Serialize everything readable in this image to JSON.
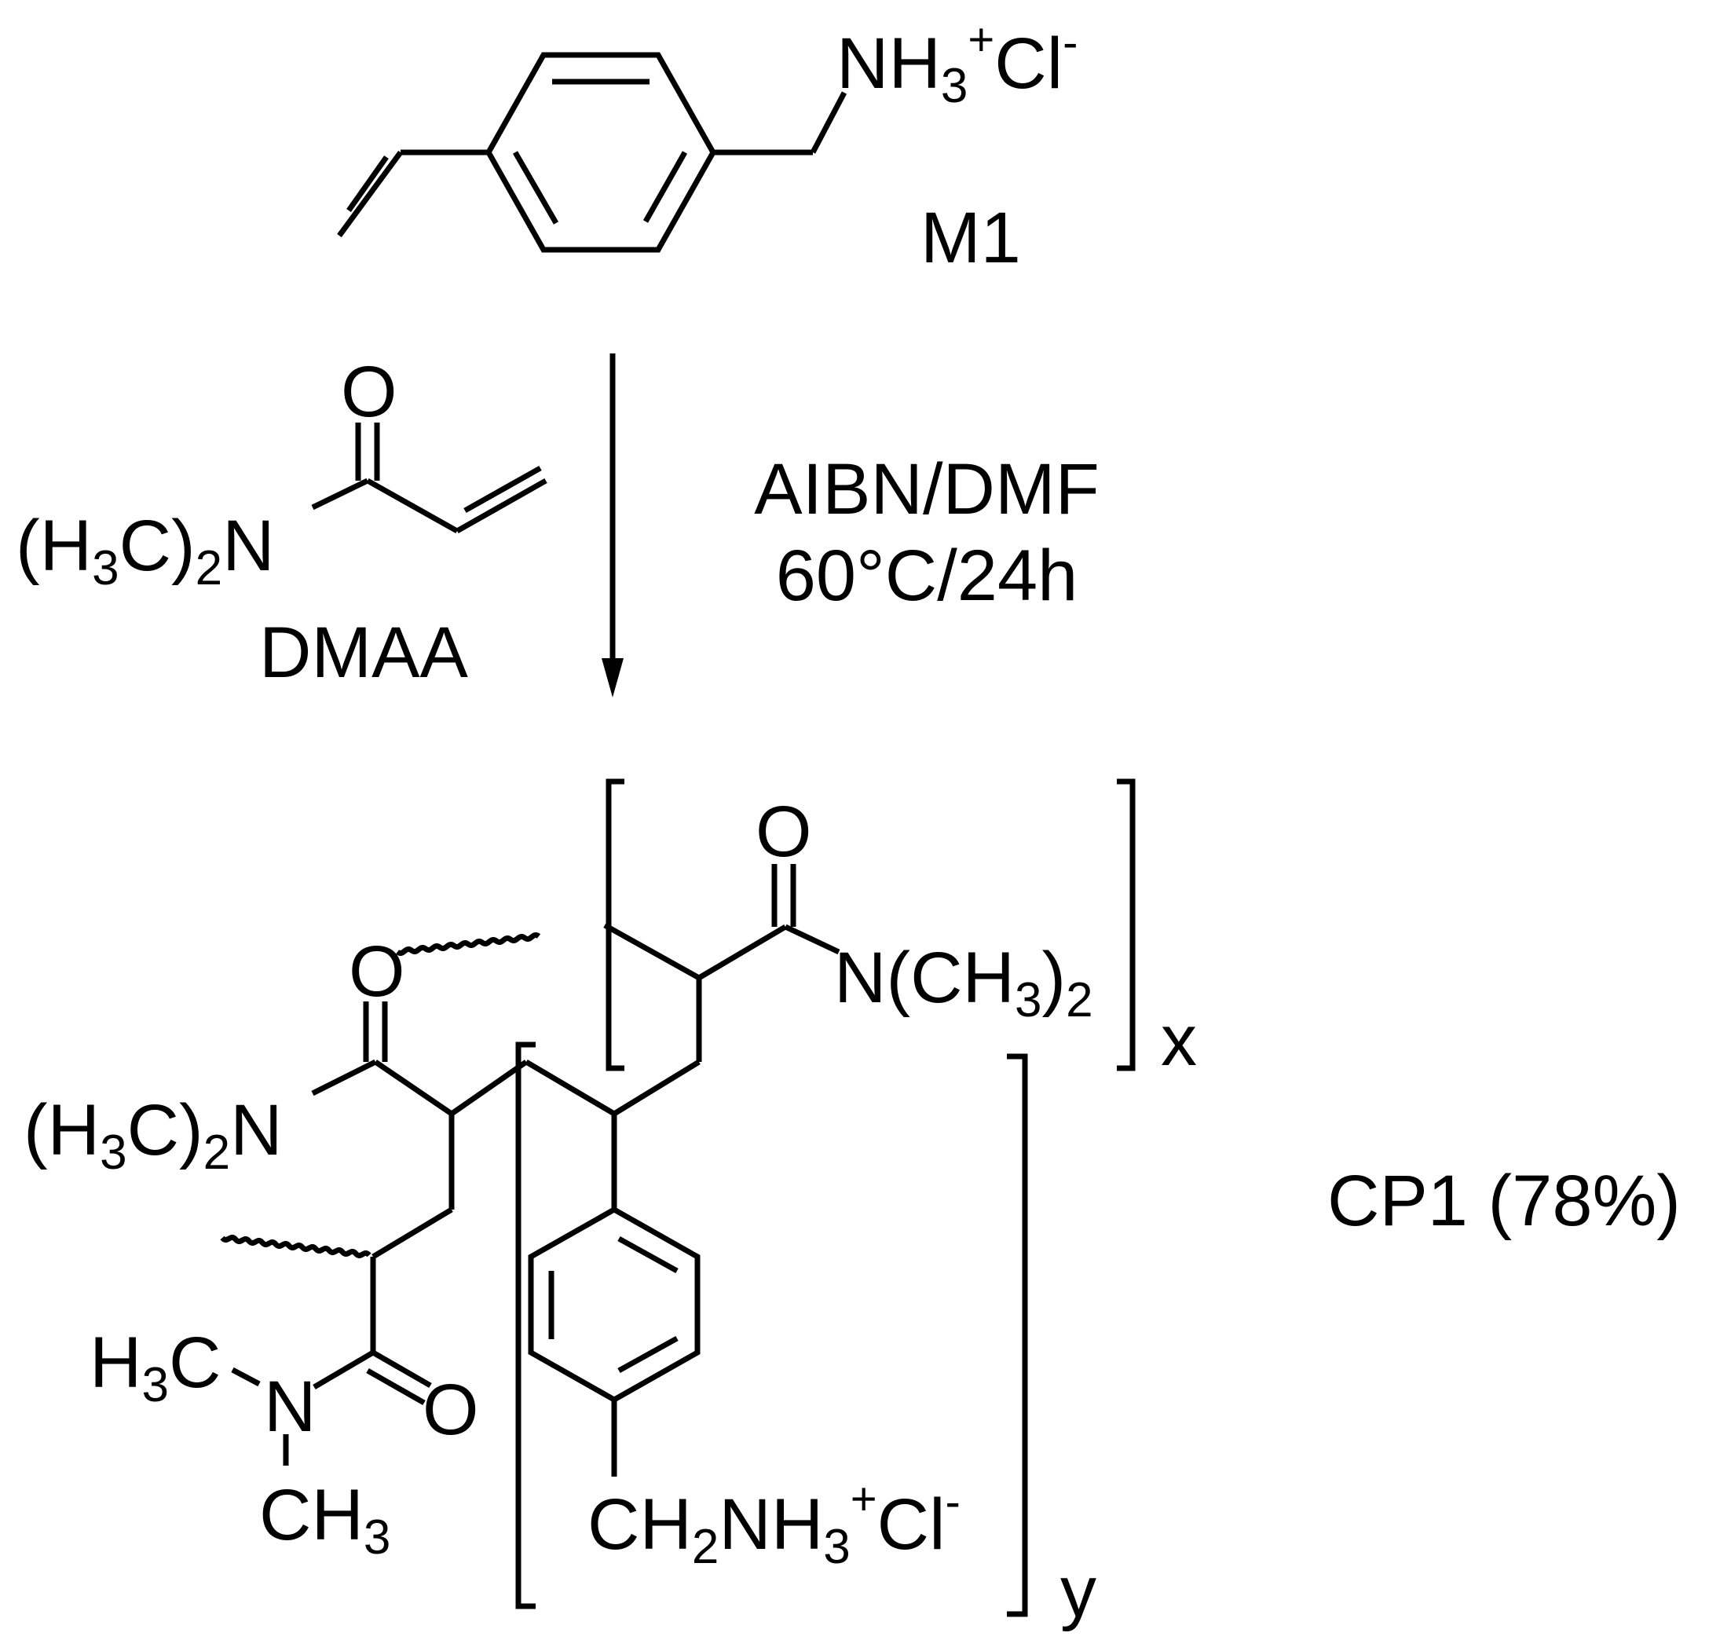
{
  "monomer_m1": {
    "name": "M1",
    "amine_N": "N",
    "amine_H": "H",
    "amine_sub": "3",
    "amine_sup": "+",
    "counterion": "Cl",
    "counterion_sup": "-"
  },
  "monomer_dmaa": {
    "name": "DMAA",
    "carbonyl_O": "O",
    "amine_group_open": "(H",
    "amine_group_sub1": "3",
    "amine_group_mid": "C)",
    "amine_group_sub2": "2",
    "amine_group_N": "N"
  },
  "reaction": {
    "reagents": "AIBN/DMF",
    "conditions": "60°C/24h"
  },
  "product": {
    "name": "CP1 (78%)",
    "repeat_x": "x",
    "repeat_y": "y",
    "x_unit": {
      "carbonyl_O": "O",
      "amide_N": "N(CH",
      "amide_sub1": "3",
      "amide_close": ")",
      "amide_sub2": "2"
    },
    "left_unit": {
      "carbonyl_O": "O",
      "amine_group_open": "(H",
      "amine_group_sub1": "3",
      "amine_group_mid": "C)",
      "amine_group_sub2": "2",
      "amine_group_N": "N"
    },
    "lower_unit": {
      "methyl_top": "H",
      "methyl_top_sub": "3",
      "methyl_top_C": "C",
      "amide_N": "N",
      "carbonyl_O": "O",
      "methyl_bottom": "CH",
      "methyl_bottom_sub": "3"
    },
    "y_unit": {
      "side_chain_CH": "CH",
      "side_chain_sub1": "2",
      "side_chain_NH": "NH",
      "side_chain_sub2": "3",
      "side_chain_sup": "+",
      "counterion": "Cl",
      "counterion_sup": "-"
    }
  }
}
